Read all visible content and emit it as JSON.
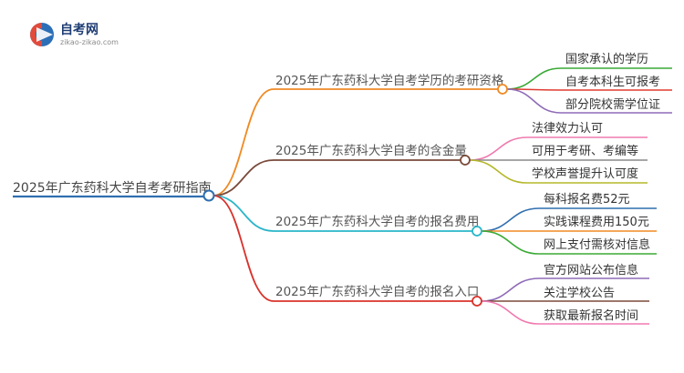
{
  "logo": {
    "name": "自考网",
    "url": "zikao-zikao.com"
  },
  "mindmap": {
    "root": {
      "label": "2025年广东药科大学自考考研指南",
      "color": "#2f6fb0"
    },
    "branches": [
      {
        "label": "2025年广东药科大学自考学历的考研资格",
        "color": "#f08a24",
        "leaves": [
          {
            "label": "国家承认的学历",
            "color": "#3aaa35"
          },
          {
            "label": "自考本科生可报考",
            "color": "#e03c31"
          },
          {
            "label": "部分院校需学位证",
            "color": "#8e6bb8"
          }
        ]
      },
      {
        "label": "2025年广东药科大学自考的含金量",
        "color": "#7a4a3a",
        "leaves": [
          {
            "label": "法律效力认可",
            "color": "#f07ab0"
          },
          {
            "label": "可用于考研、考编等",
            "color": "#8a8a8a"
          },
          {
            "label": "学校声誉提升认可度",
            "color": "#b5b82a"
          }
        ]
      },
      {
        "label": "2025年广东药科大学自考的报名费用",
        "color": "#29b6c8",
        "leaves": [
          {
            "label": "每科报名费52元",
            "color": "#2f6fb0"
          },
          {
            "label": "实践课程费用150元",
            "color": "#f08a24"
          },
          {
            "label": "网上支付需核对信息",
            "color": "#3aaa35"
          }
        ]
      },
      {
        "label": "2025年广东药科大学自考的报名入口",
        "color": "#d9322c",
        "leaves": [
          {
            "label": "官方网站公布信息",
            "color": "#8e6bb8"
          },
          {
            "label": "关注学校公告",
            "color": "#7a4a3a"
          },
          {
            "label": "获取最新报名时间",
            "color": "#f07ab0"
          }
        ]
      }
    ]
  }
}
